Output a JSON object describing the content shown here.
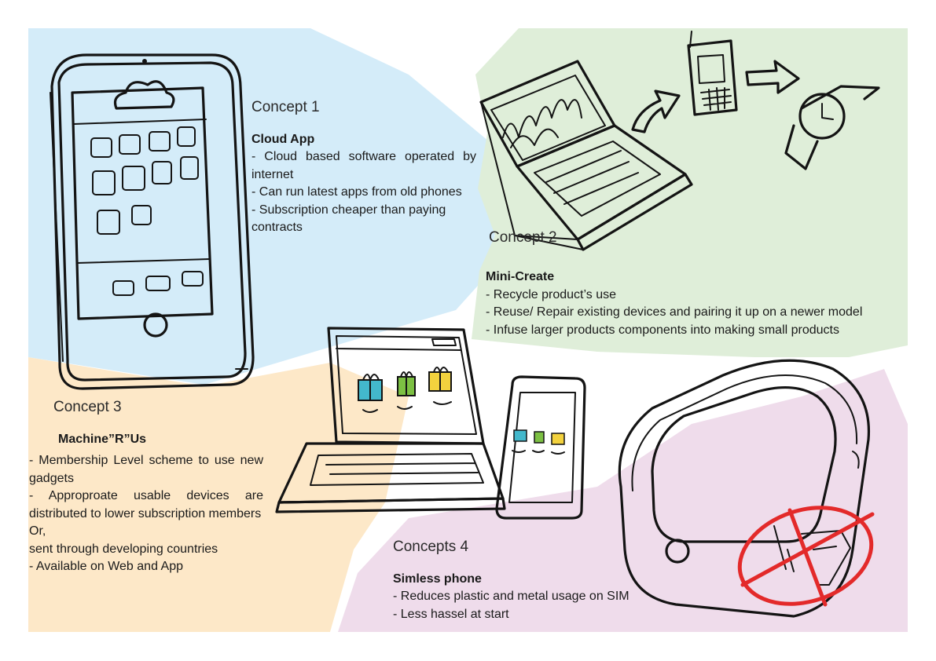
{
  "colors": {
    "blue": "#d4ecf9",
    "green": "#dfeed9",
    "peach": "#fde8c8",
    "pink": "#efdceb",
    "no_sign": "#e32a2a",
    "gift_teal": "#43b8cc",
    "gift_green": "#7cc043",
    "gift_yellow": "#f3d23e"
  },
  "concept1": {
    "title": "Concept 1",
    "heading": "Cloud App",
    "lines": [
      "- Cloud based software operated by internet",
      "- Can run latest apps from old phones",
      "- Subscription cheaper than paying contracts"
    ]
  },
  "concept2": {
    "title": "Concept 2",
    "heading": "Mini-Create",
    "lines": [
      "- Recycle product’s use",
      "- Reuse/ Repair existing devices and pairing it up on a newer model",
      "- Infuse larger products components into making small products"
    ]
  },
  "concept3": {
    "title": "Concept 3",
    "heading": "Machine”R”Us",
    "lines": [
      "- Membership Level scheme to use new gadgets",
      "- Approproate usable devices are distributed to lower subscription members",
      "Or,",
      "sent through developing countries",
      "- Available on Web and App"
    ]
  },
  "concept4": {
    "title": "Concepts 4",
    "heading": "Simless phone",
    "lines": [
      "- Reduces plastic and metal usage on SIM",
      "- Less hassel at start"
    ]
  },
  "icons": [
    "smartphone-sketch-icon",
    "cloud-icon",
    "laptop-sketch-icon",
    "arrow-icon",
    "flip-phone-icon",
    "smartwatch-icon",
    "laptop-shop-icon",
    "phone-shop-icon",
    "gift-icon",
    "simless-phone-icon",
    "no-sim-icon"
  ]
}
